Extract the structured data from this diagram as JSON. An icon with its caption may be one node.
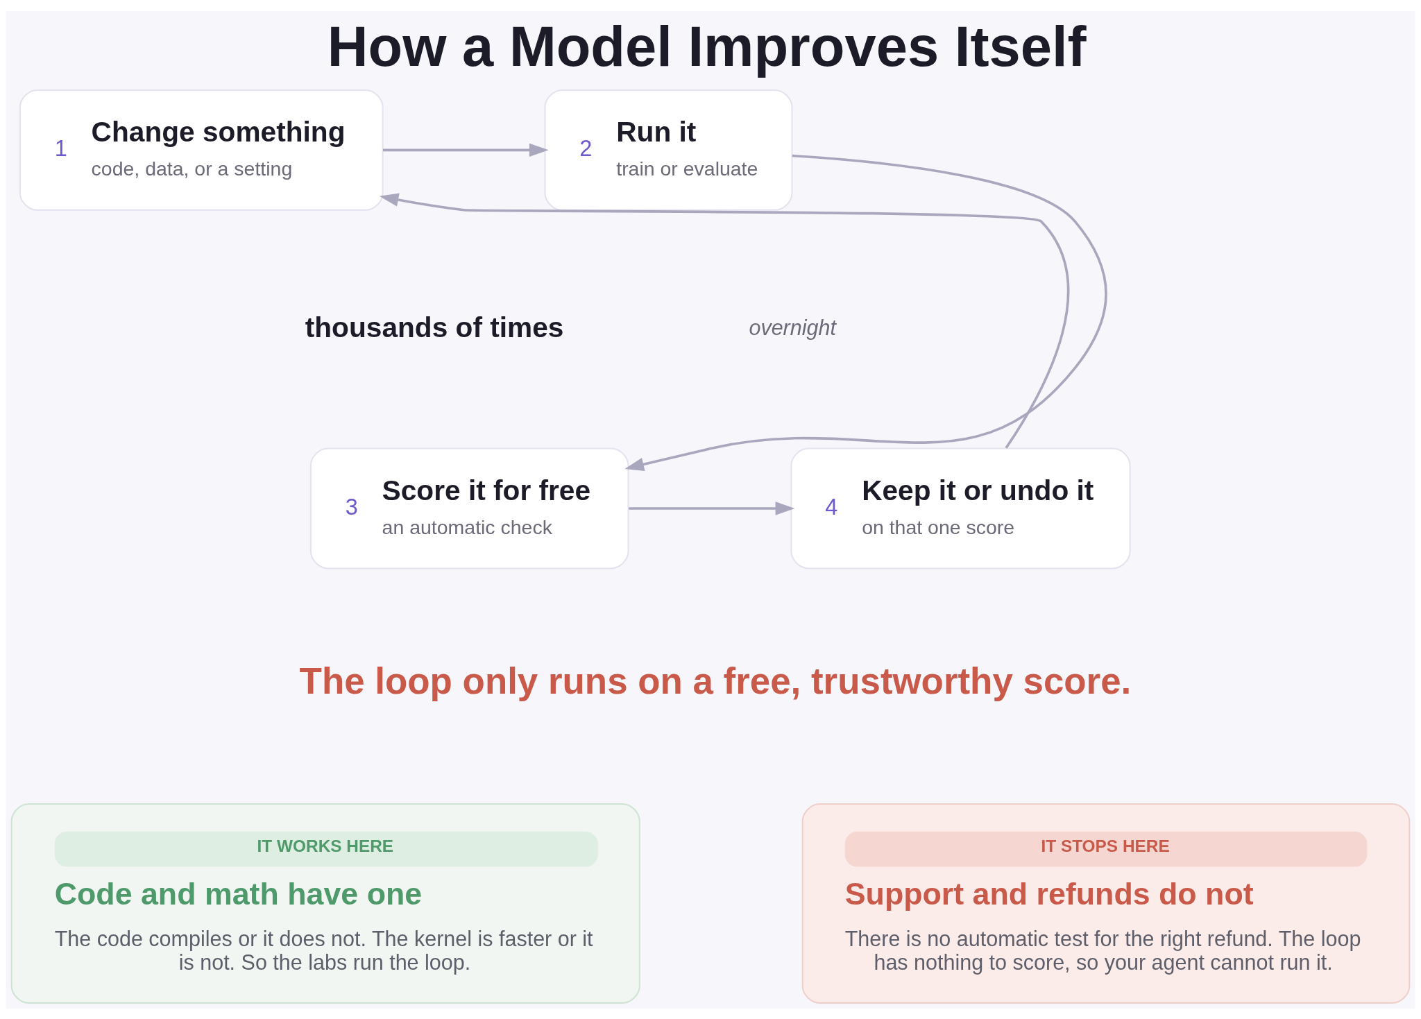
{
  "diagram": {
    "title": "How a Model Improves Itself",
    "nodes": [
      {
        "text": [
          "1",
          "Change something",
          "code, data, or a setting"
        ]
      },
      {
        "text": [
          "2",
          "Run it",
          "train or evaluate"
        ]
      },
      {
        "text": [
          "3",
          "Score it for free",
          "an automatic check"
        ]
      },
      {
        "text": [
          "4",
          "Keep it or undo it",
          "on that one score"
        ]
      },
      {
        "text": [
          "IT WORKS HERE",
          "Code and math have one",
          "The code compiles or it does not. The kernel is faster or it is not. So the labs run the loop."
        ]
      },
      {
        "text": [
          "IT STOPS HERE",
          "Support and refunds do not",
          "There is no automatic test for the right refund. The loop has nothing to score, so your agent cannot run it."
        ]
      }
    ],
    "edges": [
      {
        "from": 0,
        "to": 1,
        "arrow": "to"
      },
      {
        "from": 1,
        "to": 2,
        "arrow": "to"
      },
      {
        "from": 2,
        "to": 3,
        "arrow": "to"
      },
      {
        "from": 3,
        "to": 0,
        "arrow": "to"
      }
    ],
    "labels": [
      "thousands of times",
      "overnight",
      "The loop only runs on a free, trustworthy score."
    ]
  }
}
